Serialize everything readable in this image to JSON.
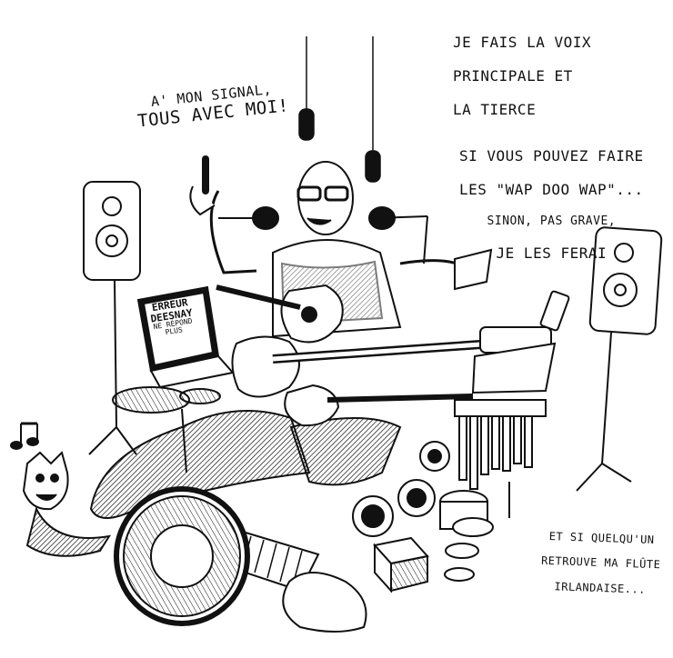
{
  "speech": {
    "signal_line1": "A' MON SIGNAL,",
    "signal_line2": "TOUS AVEC MOI!",
    "voice_line1": "JE FAIS LA VOIX",
    "voice_line2": "PRINCIPALE ET",
    "voice_line3": "LA TIERCE",
    "wap_line1": "SI VOUS POUVEZ FAIRE",
    "wap_line2": "LES \"WAP DOO WAP\"...",
    "wap_line3": "SINON, PAS GRAVE,",
    "wap_line4": "JE LES FERAI",
    "flute_line1": "ET SI QUELQU'UN",
    "flute_line2": "RETROUVE MA FLÛTE",
    "flute_line3": "IRLANDAISE..."
  },
  "laptop_screen": {
    "line1": "ERREUR",
    "line2": "DEESNAY",
    "line3": "NE RÉPOND",
    "line4": "PLUS"
  },
  "icons": [
    "music-note-icon"
  ]
}
